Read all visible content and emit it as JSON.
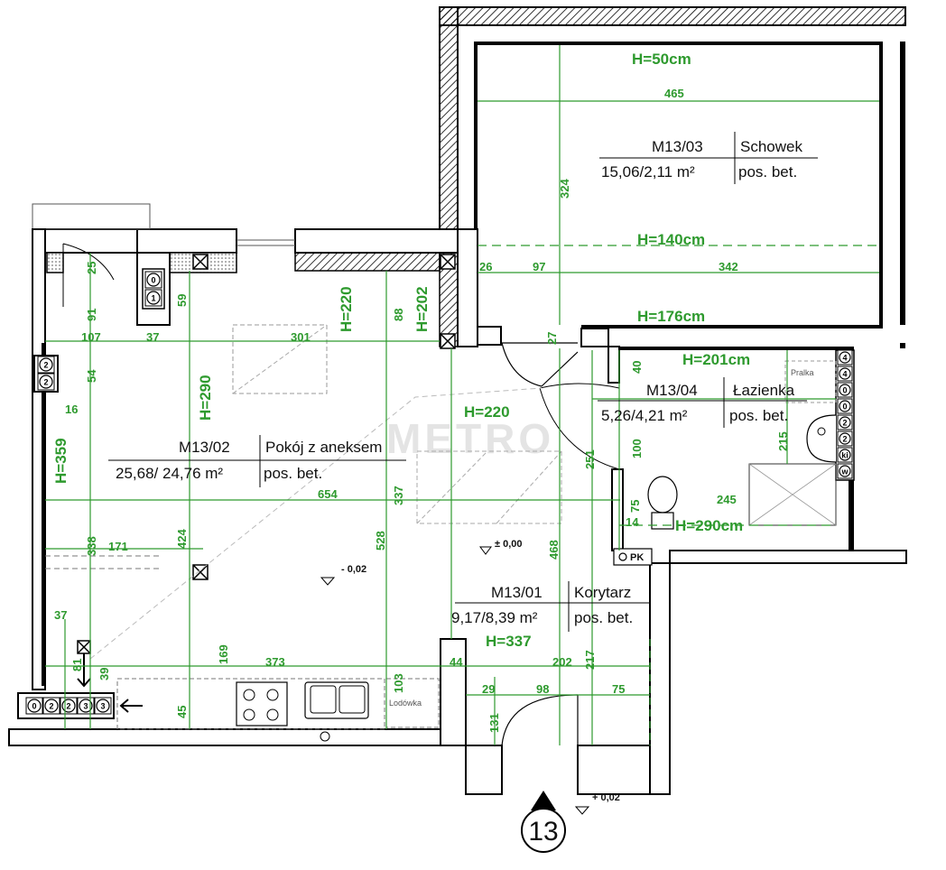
{
  "watermark": "METRO",
  "entrance_number": "13",
  "rooms": [
    {
      "code": "M13/01",
      "name": "Korytarz",
      "area": "9,17/8,39 m²",
      "floor": "pos. bet."
    },
    {
      "code": "M13/02",
      "name": "Pokój z aneksem",
      "area": "25,68/ 24,76 m²",
      "floor": "pos. bet."
    },
    {
      "code": "M13/03",
      "name": "Schowek",
      "area": "15,06/2,11 m²",
      "floor": "pos. bet."
    },
    {
      "code": "M13/04",
      "name": "Łazienka",
      "area": "5,26/4,21 m²",
      "floor": "pos. bet."
    }
  ],
  "heights": [
    "H=50cm",
    "H=140cm",
    "H=176cm",
    "H=201cm",
    "H=220",
    "H=202",
    "H=290",
    "H=359",
    "H=220",
    "H=290cm",
    "H=337"
  ],
  "dimensions": [
    "465",
    "324",
    "26",
    "97",
    "342",
    "27",
    "40",
    "100",
    "251",
    "215",
    "245",
    "75",
    "14",
    "468",
    "25",
    "91",
    "59",
    "107",
    "37",
    "301",
    "88",
    "54",
    "16",
    "654",
    "337",
    "528",
    "424",
    "338",
    "171",
    "37",
    "169",
    "373",
    "44",
    "202",
    "217",
    "81",
    "39",
    "45",
    "103",
    "29",
    "98",
    "75",
    "131"
  ],
  "levels": [
    "± 0,00",
    "- 0,02",
    "+ 0,02"
  ],
  "fixtures": {
    "washer": "Pralka",
    "fridge": "Lodówka",
    "pk": "PK"
  },
  "symbols": {
    "bathroom_column": [
      "4",
      "4",
      "0",
      "0",
      "2",
      "2",
      "ki",
      "w"
    ],
    "kitchen_row": [
      "0",
      "2",
      "2",
      "3",
      "3"
    ],
    "left_wall": [
      "2",
      "2"
    ],
    "shaft": [
      "0",
      "1"
    ]
  }
}
